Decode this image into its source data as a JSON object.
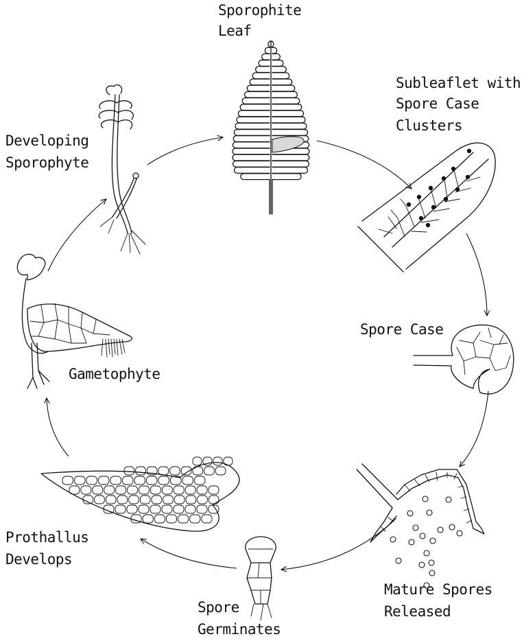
{
  "labels": {
    "sporophyte_leaf": [
      "Sporophite",
      "Leaf"
    ],
    "subleaflet": [
      "Subleaflet with",
      "Spore Case",
      "Clusters"
    ],
    "spore_case": [
      "Spore Case"
    ],
    "mature_spores": [
      "Mature Spores",
      "Released"
    ],
    "spore_germinates": [
      "Spore",
      "Germinates"
    ],
    "prothallus": [
      "Prothallus",
      "Develops"
    ],
    "gametophyte": [
      "Gametophyte"
    ],
    "developing_sporophyte": [
      "Developing",
      "Sporophyte"
    ]
  },
  "colors": {
    "ink": "#111111",
    "highlight": "#d9d9d9",
    "background": "#ffffff"
  }
}
